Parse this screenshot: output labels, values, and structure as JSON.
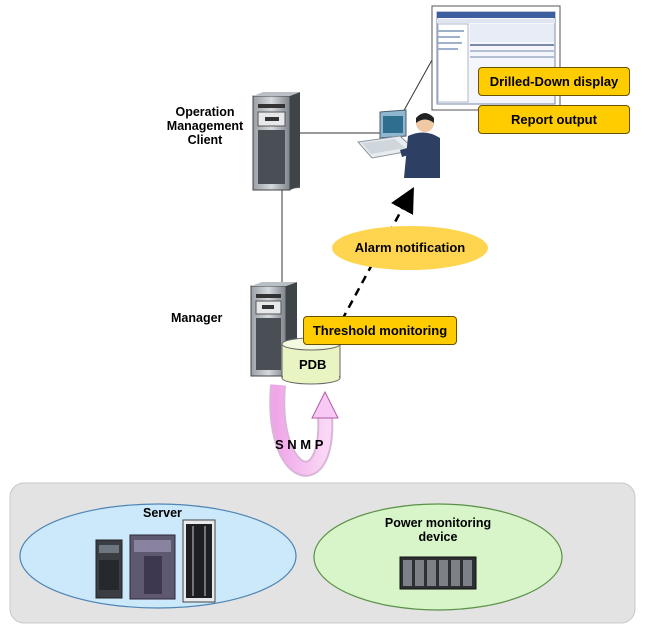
{
  "labels": {
    "operation_client": "Operation Management Client",
    "manager": "Manager",
    "pdb": "PDB",
    "snmp": "S N M P",
    "server": "Server",
    "power_device": "Power monitoring device"
  },
  "callouts": {
    "drilled_down": "Drilled-Down display",
    "report_output": "Report output",
    "alarm": "Alarm notification",
    "threshold": "Threshold monitoring"
  },
  "colors": {
    "callout_fill": "#ffcc00",
    "alarm_fill": "#ffd54f",
    "server_ellipse": "#cce8fb",
    "power_ellipse": "#d7f5c8",
    "network_bg": "#e3e3e3",
    "pdb_fill": "#e8f5c2",
    "snmp_arrow": "#f2b3ea"
  },
  "icons": [
    "tower-server-icon",
    "monitor-screenshot-icon",
    "operator-pc-icon",
    "database-icon",
    "rack-server-icon",
    "power-rack-icon"
  ]
}
